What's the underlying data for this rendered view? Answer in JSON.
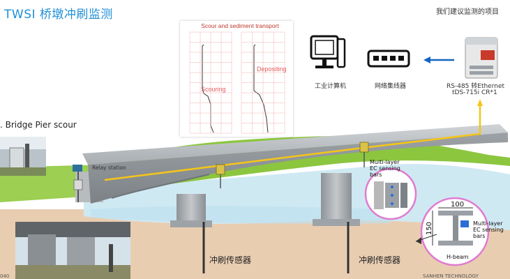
{
  "title": "TWSI 桥墩冲刷监测",
  "subtitle": "我们建议监测的项目",
  "chart": {
    "title": "Scour and sediment transport",
    "scouring_label": "Scouring",
    "depositing_label": "Depositing"
  },
  "devices": {
    "computer_label": "工业计算机",
    "hub_label": "网络集线器",
    "converter_line1": "RS-485 转Ethernet",
    "converter_line2": "tDS-715i CR*1"
  },
  "scene": {
    "bridge_label": ". Bridge Pier scour",
    "relay_label": "Relay station",
    "callout_ec": "Multi-layer EC sensing bars",
    "sensor_label_1": "冲刷传感器",
    "sensor_label_2": "冲刷传感器",
    "hbeam_label": "H-beam",
    "hbeam_width": "100",
    "hbeam_height": "150",
    "company": "SANHEN TECHNOLOGY",
    "page_fragment": "040"
  },
  "colors": {
    "title": "#1f8fd6",
    "arrow_blue": "#1565c0",
    "signal_yellow": "#f5c518",
    "grass": "#8cc63f",
    "water": "#cfe9f3",
    "soil": "#e9cdb1"
  }
}
